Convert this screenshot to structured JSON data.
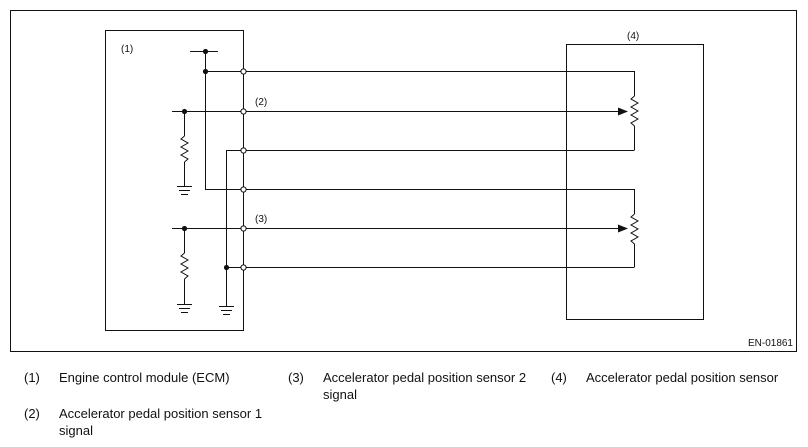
{
  "diagram": {
    "code": "EN-01861",
    "callouts": {
      "ecm": "(1)",
      "sensor1_signal": "(2)",
      "sensor2_signal": "(3)",
      "pedal_sensor": "(4)"
    }
  },
  "legend": [
    {
      "num": "(1)",
      "text": "Engine control module (ECM)"
    },
    {
      "num": "(3)",
      "text_line1": "Accelerator pedal position sensor 2",
      "text_line2": "signal"
    },
    {
      "num": "(4)",
      "text": "Accelerator pedal position sensor"
    },
    {
      "num": "(2)",
      "text_line1": "Accelerator pedal position sensor 1",
      "text_line2": "signal"
    }
  ]
}
